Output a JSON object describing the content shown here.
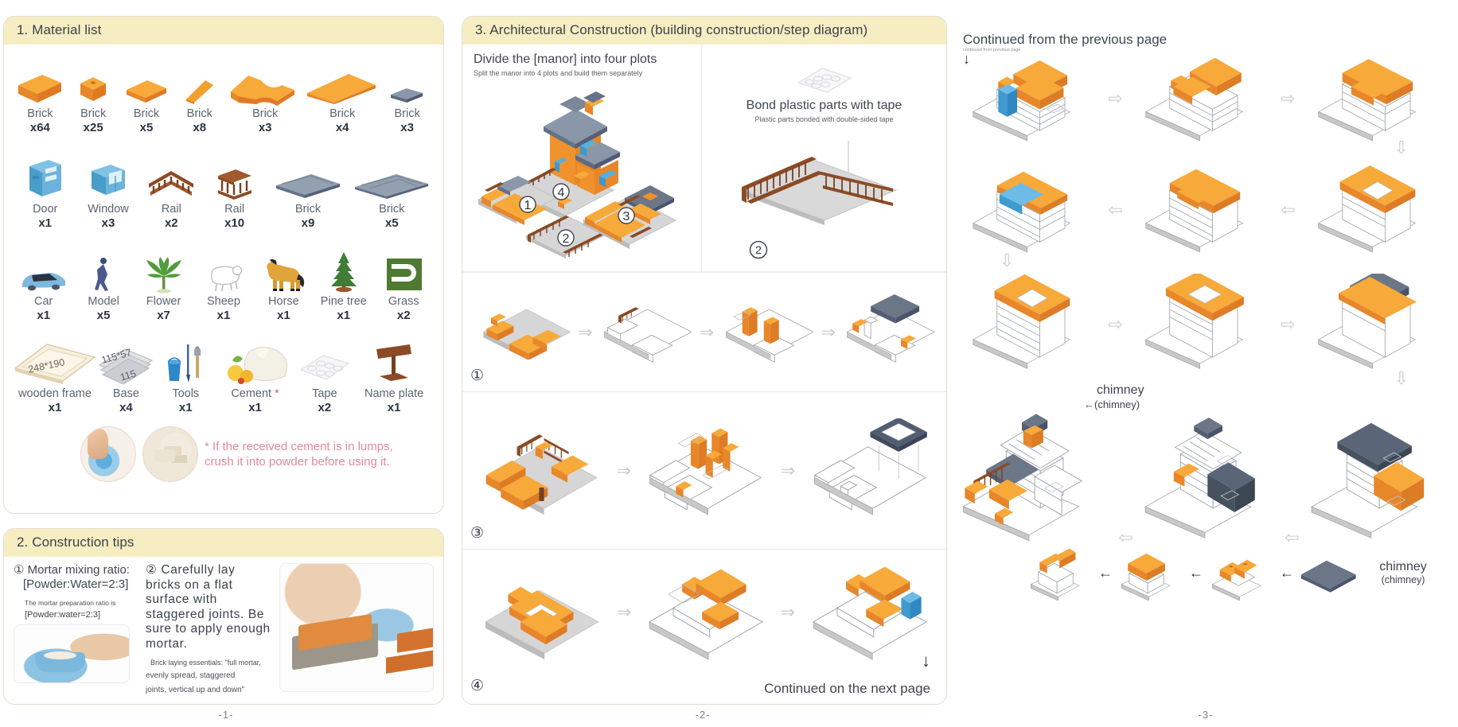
{
  "pages": {
    "page1": {
      "folio": "-1-"
    },
    "page2": {
      "folio": "-2-"
    },
    "page3": {
      "folio": "-3-"
    }
  },
  "section1": {
    "title": "1. Material list",
    "rows": [
      [
        {
          "name": "Brick",
          "qty": "x64",
          "icon": "brick-long-orange"
        },
        {
          "name": "Brick",
          "qty": "x25",
          "icon": "brick-cube-orange"
        },
        {
          "name": "Brick",
          "qty": "x5",
          "icon": "brick-flat-orange"
        },
        {
          "name": "Brick",
          "qty": "x8",
          "icon": "brick-wedge-orange"
        },
        {
          "name": "Brick",
          "qty": "x3",
          "icon": "brick-wave-orange"
        },
        {
          "name": "Brick",
          "qty": "x4",
          "icon": "brick-slab-orange"
        },
        {
          "name": "Brick",
          "qty": "x3",
          "icon": "brick-small-grey"
        }
      ],
      [
        {
          "name": "Door",
          "qty": "x1",
          "icon": "door-blue"
        },
        {
          "name": "Window",
          "qty": "x3",
          "icon": "window-blue"
        },
        {
          "name": "Rail",
          "qty": "x2",
          "icon": "rail-arch-brown"
        },
        {
          "name": "Rail",
          "qty": "x10",
          "icon": "rail-straight-brown"
        },
        {
          "name": "Brick",
          "qty": "x9",
          "icon": "roof-tile-grey"
        },
        {
          "name": "Brick",
          "qty": "x5",
          "icon": "roof-panel-grey"
        }
      ],
      [
        {
          "name": "Car",
          "qty": "x1",
          "icon": "car-blue"
        },
        {
          "name": "Model",
          "qty": "x5",
          "icon": "figure-person"
        },
        {
          "name": "Flower",
          "qty": "x7",
          "icon": "plant-green"
        },
        {
          "name": "Sheep",
          "qty": "x1",
          "icon": "sheep-white"
        },
        {
          "name": "Horse",
          "qty": "x1",
          "icon": "horse-tan"
        },
        {
          "name": "Pine tree",
          "qty": "x1",
          "icon": "pine-tree-green"
        },
        {
          "name": "Grass",
          "qty": "x2",
          "icon": "grass-patch-green"
        }
      ],
      [
        {
          "name": "wooden frame",
          "qty": "x1",
          "icon": "wooden-frame",
          "overlay": "248*190"
        },
        {
          "name": "Base",
          "qty": "x4",
          "icon": "base-slabs",
          "overlay": "115*57",
          "overlay2": "115"
        },
        {
          "name": "Tools",
          "qty": "x1",
          "icon": "tools-bucket-brush"
        },
        {
          "name": "Cement",
          "qty": "x1",
          "icon": "cement-bag",
          "starred": true
        },
        {
          "name": "Tape",
          "qty": "x2",
          "icon": "tape-sheet"
        },
        {
          "name": "Name plate",
          "qty": "x1",
          "icon": "name-plate-brown"
        }
      ]
    ],
    "note": {
      "line1": "* If the received cement is in lumps,",
      "line2": "crush it into powder before using it.",
      "photo1_name": "hand-crushing-cement-photo",
      "photo2_name": "cement-lumps-photo"
    }
  },
  "section2": {
    "title": "2. Construction tips",
    "tip1": {
      "heading_line1": "① Mortar mixing ratio:",
      "heading_line2": "[Powder:Water=2:3]",
      "sub_line1": "The mortar preparation ratio is",
      "sub_line2": "[Powder:water=2:3]",
      "photo_name": "mortar-mixing-photo"
    },
    "tip2": {
      "heading": "② Carefully lay bricks on a flat surface with staggered joints. Be sure to apply enough mortar.",
      "sub_line1": "Brick laying essentials: \"full mortar,",
      "sub_line2": "evenly spread, staggered",
      "sub_line3": "joints, vertical up and down\"",
      "photo_name": "brick-laying-photo"
    }
  },
  "section3": {
    "title": "3. Architectural Construction (building construction/step diagram)",
    "overview": {
      "heading": "Divide the [manor] into four plots",
      "sub": "Split the manor into 4 plots and build them separately",
      "markers": [
        "①",
        "②",
        "③",
        "④"
      ],
      "image_name": "manor-overview-isometric"
    },
    "tape": {
      "heading": "Bond plastic parts with tape",
      "sub": "Plastic parts bonded with double-sided tape",
      "marker": "②",
      "tape_image_name": "double-sided-tape-sheet",
      "assembly_image_name": "fence-platform-isometric"
    },
    "steps": [
      {
        "marker": "①",
        "arrow": "⇒",
        "frames": 4,
        "name": "step-1-plot"
      },
      {
        "marker": "③",
        "arrow": "⇒",
        "frames": 3,
        "name": "step-3-plot"
      },
      {
        "marker": "④",
        "arrow": "⇒",
        "frames": 3,
        "name": "step-4-plot"
      }
    ],
    "continued_next": "Continued on the next page",
    "continued_next_arrow": "↓"
  },
  "section4": {
    "heading": "Continued from the previous page",
    "tiny_sub": "continued from previous page",
    "down_arrow_small": "↓",
    "arrows": {
      "right": "⇨",
      "left": "⇦",
      "down": "⇩",
      "left_solid": "←"
    },
    "chimney_callout": {
      "label": "chimney",
      "paren": "←(chimney)"
    },
    "chimney_legend": {
      "label": "chimney",
      "paren": "(chimney)"
    },
    "rows": [
      {
        "name": "build-row-1",
        "frames": 3,
        "dir": "right"
      },
      {
        "name": "build-row-2",
        "frames": 3,
        "dir": "left"
      },
      {
        "name": "build-row-3",
        "frames": 3,
        "dir": "right"
      },
      {
        "name": "build-row-4",
        "frames": 3,
        "dir": "left"
      },
      {
        "name": "chimney-row",
        "frames": 4,
        "dir": "left-solid"
      }
    ]
  },
  "colors": {
    "header_band": "#f6eec2",
    "brick_orange": "#f5a623",
    "brick_orange_dark": "#e8862a",
    "roof_grey": "#6b7686",
    "accent_blue": "#4aa3d8",
    "note_pink": "#e08a9a",
    "rail_brown": "#8a4b25"
  }
}
